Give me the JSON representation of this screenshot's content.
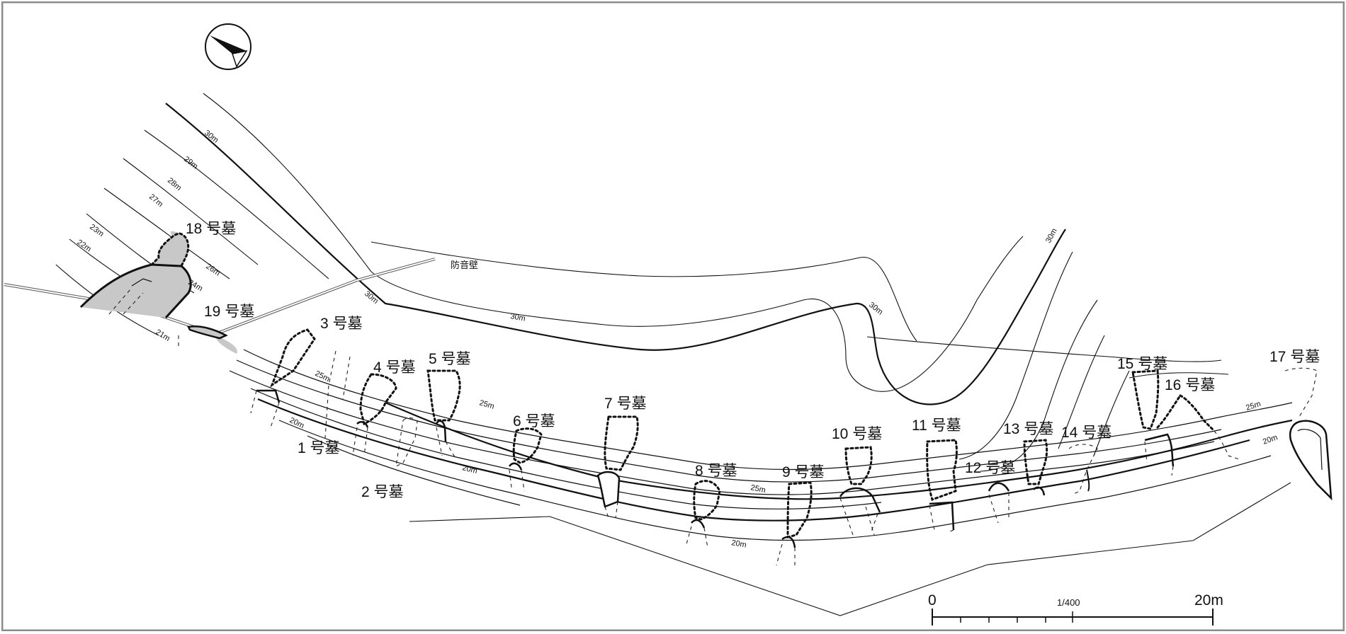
{
  "map": {
    "tomb_labels": [
      "1 号墓",
      "2 号墓",
      "3 号墓",
      "4 号墓",
      "5 号墓",
      "6 号墓",
      "7 号墓",
      "8 号墓",
      "9 号墓",
      "10 号墓",
      "11 号墓",
      "12 号墓",
      "13 号墓",
      "14 号墓",
      "15 号墓",
      "16 号墓",
      "17 号墓",
      "18 号墓",
      "19 号墓"
    ],
    "contour_labels": [
      "30m",
      "29m",
      "28m",
      "27m",
      "23m",
      "22m",
      "26m",
      "24m",
      "21m",
      "30m",
      "30m",
      "30m",
      "30m",
      "25m",
      "20m",
      "25m",
      "20m",
      "25m",
      "20m",
      "25m",
      "20m"
    ],
    "feature_label": "防音壁",
    "scale": {
      "zero": "0",
      "ratio": "1/400",
      "end": "20m"
    },
    "north_arrow": "north-arrow"
  }
}
